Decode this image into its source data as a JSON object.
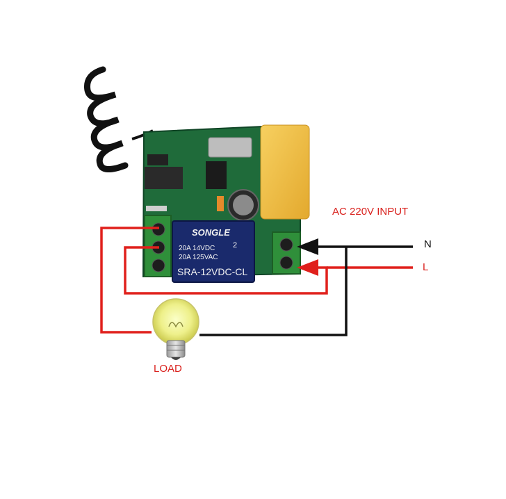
{
  "labels": {
    "input": "AC 220V INPUT",
    "neutral": "N",
    "live": "L",
    "load": "LOAD"
  },
  "relay": {
    "brand": "SONGLE",
    "rating_dc": "20A 14VDC",
    "rating_ac": "20A 125VAC",
    "model": "SRA-12VDC-CL",
    "mark": "2"
  },
  "colors": {
    "live_wire": "#e0201c",
    "neutral_wire": "#111111",
    "pcb": "#1f6b3a",
    "terminal": "#2f8f3a",
    "capacitor": "#f2c24a",
    "relay_body": "#1a2a6c"
  },
  "icons": {
    "antenna": "coiled-antenna-icon",
    "bulb": "light-bulb-icon",
    "arrow": "arrow-left-icon"
  }
}
